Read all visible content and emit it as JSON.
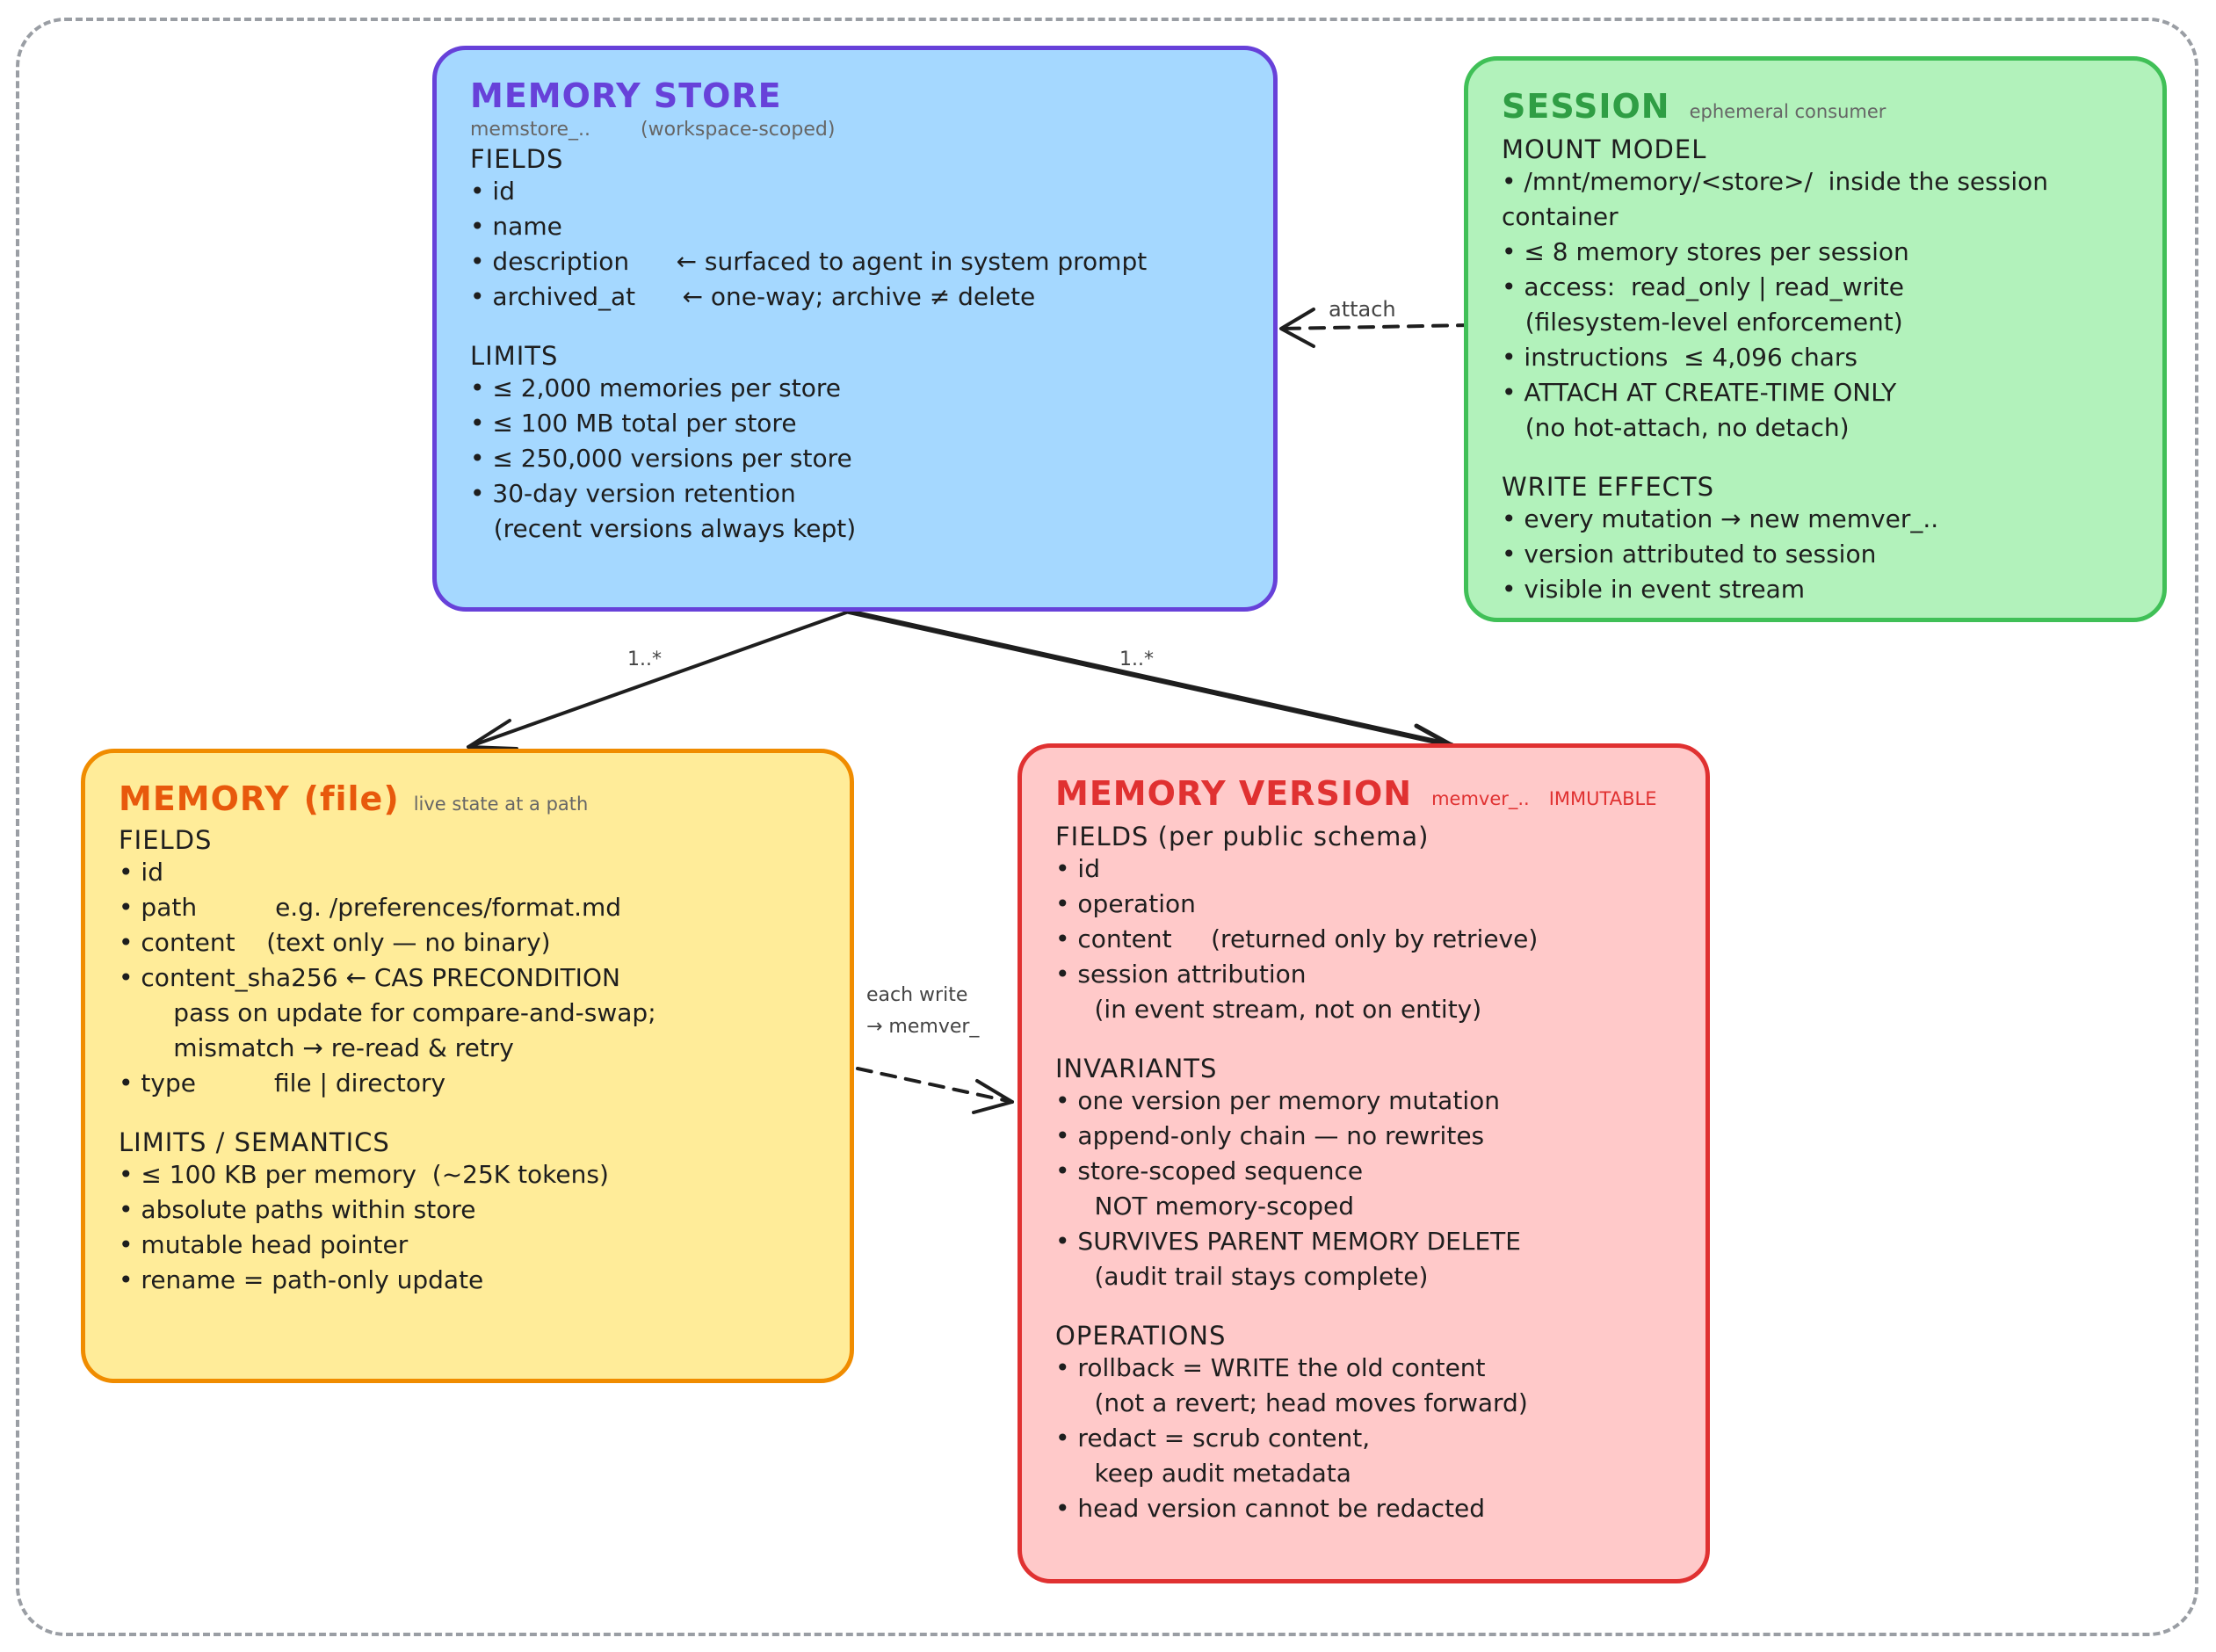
{
  "memory_store": {
    "title": "MEMORY STORE",
    "sub_id": "memstore_..",
    "sub_scope": "(workspace-scoped)",
    "fields_heading": "FIELDS",
    "fields": [
      "• id",
      "• name",
      "• description      ← surfaced to agent in system prompt",
      "• archived_at      ← one-way; archive ≠ delete"
    ],
    "limits_heading": "LIMITS",
    "limits": [
      "• ≤ 2,000 memories per store",
      "• ≤ 100 MB total per store",
      "• ≤ 250,000 versions per store",
      "• 30-day version retention",
      "   (recent versions always kept)"
    ]
  },
  "session": {
    "title": "SESSION",
    "tag": "ephemeral consumer",
    "mount_heading": "MOUNT MODEL",
    "mount": [
      "• /mnt/memory/<store>/  inside the session",
      "container",
      "• ≤ 8 memory stores per session",
      "• access:  read_only | read_write",
      "   (filesystem-level enforcement)",
      "• instructions  ≤ 4,096 chars",
      "• ATTACH AT CREATE-TIME ONLY",
      "   (no hot-attach, no detach)"
    ],
    "write_heading": "WRITE EFFECTS",
    "write": [
      "• every mutation → new memver_..",
      "• version attributed to session",
      "• visible in event stream"
    ]
  },
  "memory": {
    "title": "MEMORY",
    "title_suffix": "(file)",
    "tag": "live state at a path",
    "fields_heading": "FIELDS",
    "fields": [
      "• id",
      "• path          e.g. /preferences/format.md",
      "• content    (text only — no binary)",
      "• content_sha256 ← CAS PRECONDITION",
      "       pass on update for compare-and-swap;",
      "       mismatch → re-read & retry",
      "• type          file | directory"
    ],
    "limits_heading": "LIMITS / SEMANTICS",
    "limits": [
      "• ≤ 100 KB per memory  (~25K tokens)",
      "• absolute paths within store",
      "• mutable head pointer",
      "• rename = path-only update"
    ]
  },
  "memory_version": {
    "title": "MEMORY VERSION",
    "tag_id": "memver_..",
    "tag_immutable": "IMMUTABLE",
    "fields_heading": "FIELDS  (per public schema)",
    "fields": [
      "• id",
      "• operation",
      "• content     (returned only by retrieve)",
      "• session attribution",
      "     (in event stream, not on entity)"
    ],
    "invariants_heading": "INVARIANTS",
    "invariants": [
      "• one version per memory mutation",
      "• append-only chain — no rewrites",
      "• store-scoped sequence",
      "     NOT memory-scoped",
      "• SURVIVES PARENT MEMORY DELETE",
      "     (audit trail stays complete)"
    ],
    "operations_heading": "OPERATIONS",
    "operations": [
      "• rollback = WRITE the old content",
      "     (not a revert; head moves forward)",
      "• redact = scrub content,",
      "     keep audit metadata",
      "• head version cannot be redacted"
    ]
  },
  "edges": {
    "attach": "attach",
    "store_to_memory": "1..*",
    "store_to_version": "1..*",
    "write_line1": "each write",
    "write_line2": "→ memver_"
  },
  "colors": {
    "store_fill": "#a5d8ff",
    "store_stroke": "#6741d9",
    "session_fill": "#b2f2bb",
    "session_stroke": "#40c057",
    "memory_fill": "#ffec99",
    "memory_stroke": "#f08c00",
    "version_fill": "#ffc9c9",
    "version_stroke": "#e03131",
    "edge": "#1e1e1e",
    "frame": "#9a9ea4"
  }
}
